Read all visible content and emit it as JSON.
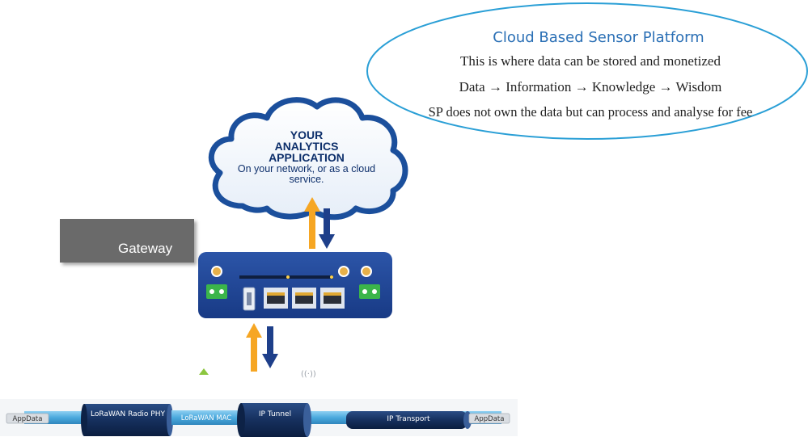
{
  "platform": {
    "title": "Cloud Based Sensor Platform",
    "line1": "This is where data can be stored and monetized",
    "line2": "Data → Information → Knowledge → Wisdom",
    "line3": "SP does not own the data but can process and analyse for fee"
  },
  "cloud": {
    "line1": "YOUR",
    "line2": "ANALYTICS",
    "line3": "APPLICATION",
    "line4": "On your network, or as a cloud service."
  },
  "gateway": {
    "label": "Gateway"
  },
  "protocol_bar": {
    "appdata_left": "AppData",
    "lorawan_phy": "LoRaWAN Radio PHY",
    "lorawan_mac": "LoRaWAN MAC",
    "ip_tunnel": "IP Tunnel",
    "ip_transport": "IP Transport",
    "appdata_right": "AppData"
  },
  "colors": {
    "ellipse_stroke": "#2a9fd6",
    "cloud_blue": "#1b4f9c",
    "gateway_blue": "#1d3f8f",
    "arrow_orange": "#f6a623",
    "arrow_blue": "#1e3f8a",
    "tube_light": "#5fb6e4",
    "tube_dark": "#16305e"
  }
}
